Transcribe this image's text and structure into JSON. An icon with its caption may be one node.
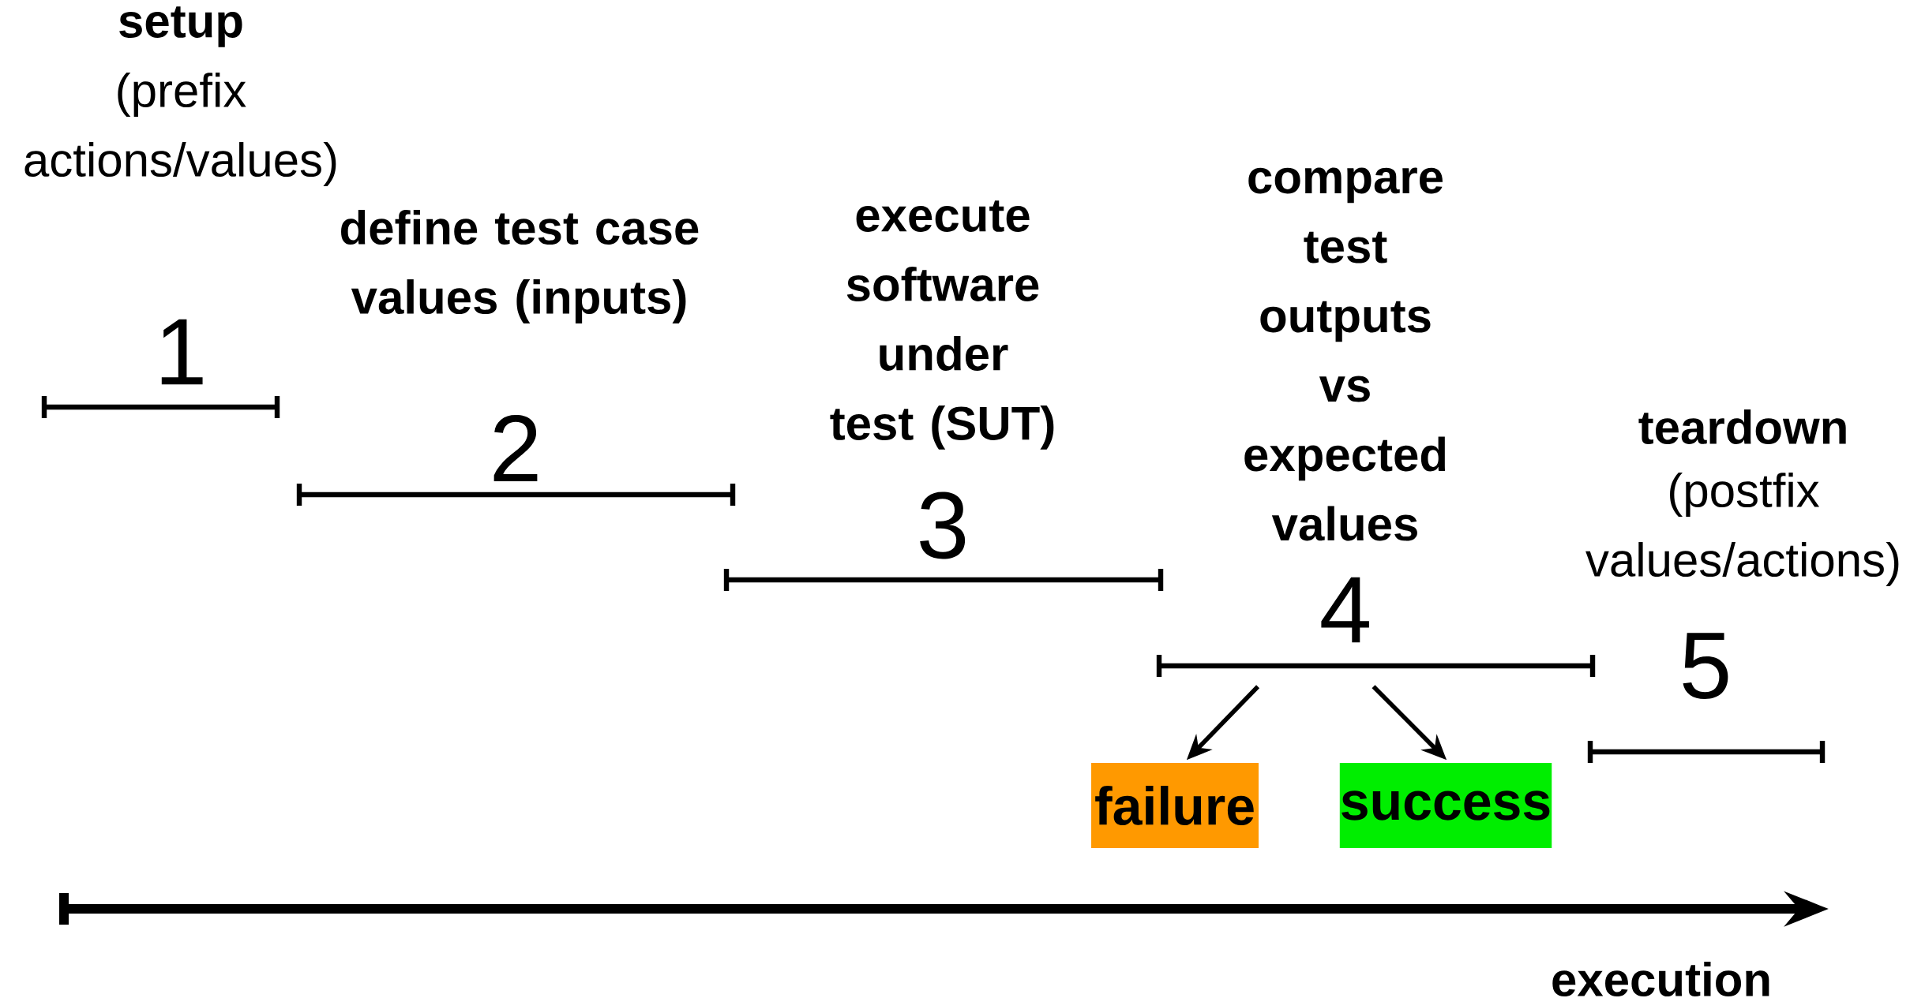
{
  "diagram": {
    "nodes": [
      {
        "text": [
          "setup",
          "(prefix actions/values)",
          "1"
        ]
      },
      {
        "text": [
          "define test case values (inputs)",
          "2"
        ]
      },
      {
        "text": [
          "execute software under test (SUT)",
          "3"
        ]
      },
      {
        "text": [
          "compare test outputs vs expected values",
          "4"
        ]
      },
      {
        "text": [
          "teardown",
          "(postfix values/actions)",
          "5"
        ]
      },
      {
        "text": [
          "failure"
        ]
      },
      {
        "text": [
          "success"
        ]
      }
    ],
    "edges": [
      {
        "from": 3,
        "to": 5,
        "arrow": "to"
      },
      {
        "from": 3,
        "to": 6,
        "arrow": "to"
      }
    ],
    "labels": [
      "execution"
    ]
  }
}
